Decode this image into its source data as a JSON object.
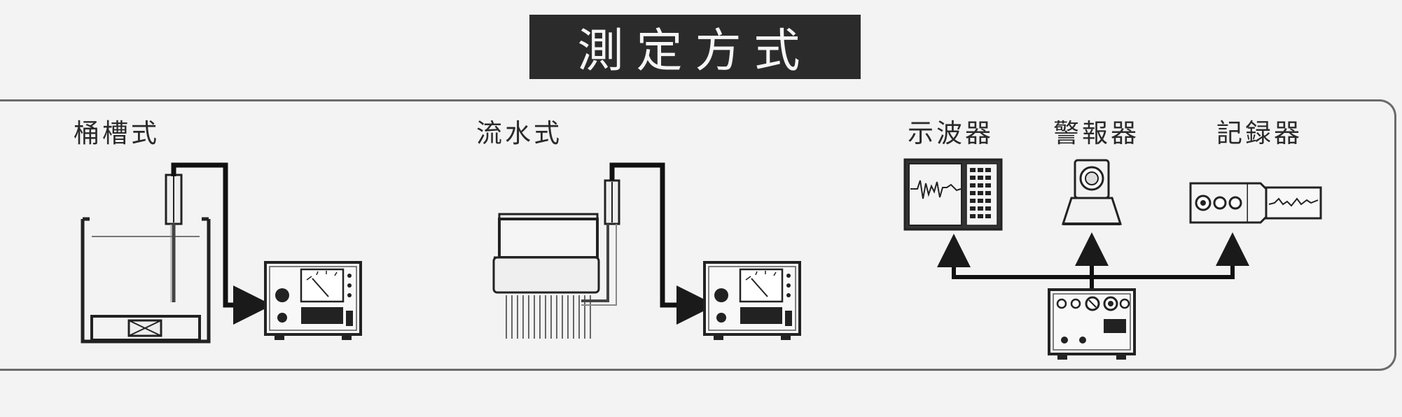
{
  "title": "測定方式",
  "sections": {
    "tank": "桶槽式",
    "flow": "流水式",
    "oscilloscope": "示波器",
    "alarm": "警報器",
    "recorder": "記録器"
  }
}
